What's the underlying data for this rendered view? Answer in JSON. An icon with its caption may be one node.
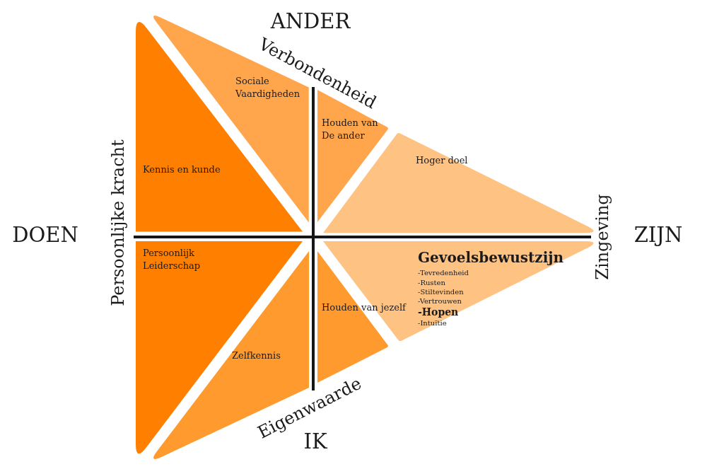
{
  "diagram": {
    "nodes": [
      {
        "text": [
          "Sociale Vaardigheden"
        ]
      },
      {
        "text": [
          "Houden van De ander"
        ]
      },
      {
        "text": [
          "Hoger doel"
        ]
      },
      {
        "text": [
          "Kennis en kunde"
        ]
      },
      {
        "text": [
          "Persoonlijk Leiderschap"
        ]
      },
      {
        "text": [
          "Gevoelsbewustzijn",
          "-Tevredenheid",
          "-Rusten",
          "-Stiltevinden",
          "-Vertrouwen",
          "-Hopen",
          "-Intuïtie"
        ]
      },
      {
        "text": [
          "Houden van jezelf"
        ]
      },
      {
        "text": [
          "Zelfkennis"
        ]
      }
    ],
    "labels": [
      "ANDER",
      "Verbondenheid",
      "Persoonlijke kracht",
      "DOEN",
      "ZIJN",
      "Zingeving",
      "Eigenwaarde",
      "IK"
    ]
  }
}
